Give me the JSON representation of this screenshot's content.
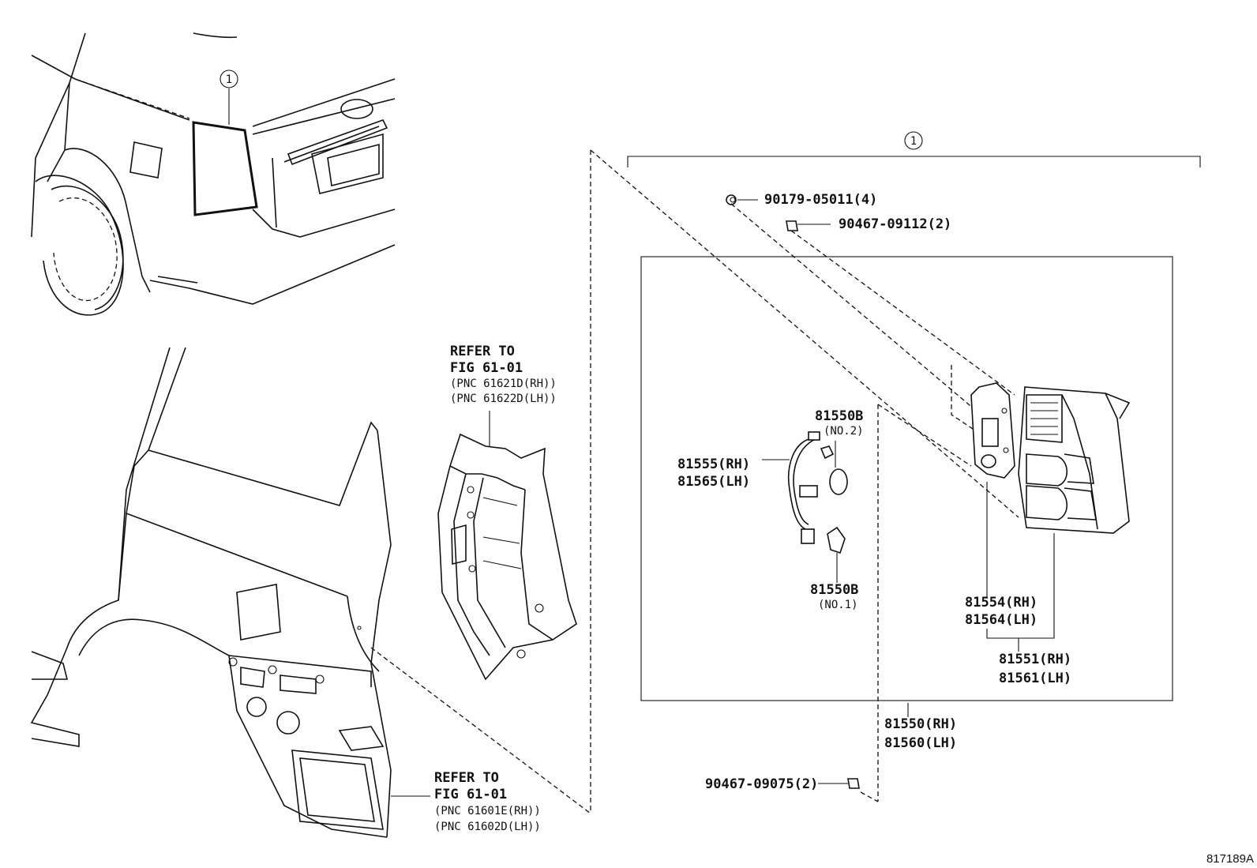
{
  "callouts": {
    "assembly_marker": "1",
    "vehicle_marker": "1"
  },
  "labels": {
    "screw_90179": "90179-05011(4)",
    "clip_90467_09112": "90467-09112(2)",
    "clip_90467_09075": "90467-09075(2)",
    "bulb_no2_part": "81550B",
    "bulb_no2_note": "(NO.2)",
    "bulb_no1_part": "81550B",
    "bulb_no1_note": "(NO.1)",
    "socket_rh": "81555(RH)",
    "socket_lh": "81565(LH)",
    "gasket_rh": "81554(RH)",
    "gasket_lh": "81564(LH)",
    "lens_rh": "81551(RH)",
    "lens_lh": "81561(LH)",
    "lamp_rh": "81550(RH)",
    "lamp_lh": "81560(LH)"
  },
  "refer_upper": {
    "line1": "REFER TO",
    "line2": "FIG 61-01",
    "line3": "(PNC 61621D(RH))",
    "line4": "(PNC 61622D(LH))"
  },
  "refer_lower": {
    "line1": "REFER TO",
    "line2": "FIG 61-01",
    "line3": "(PNC 61601E(RH))",
    "line4": "(PNC 61602D(LH))"
  },
  "figure_id": "817189A"
}
